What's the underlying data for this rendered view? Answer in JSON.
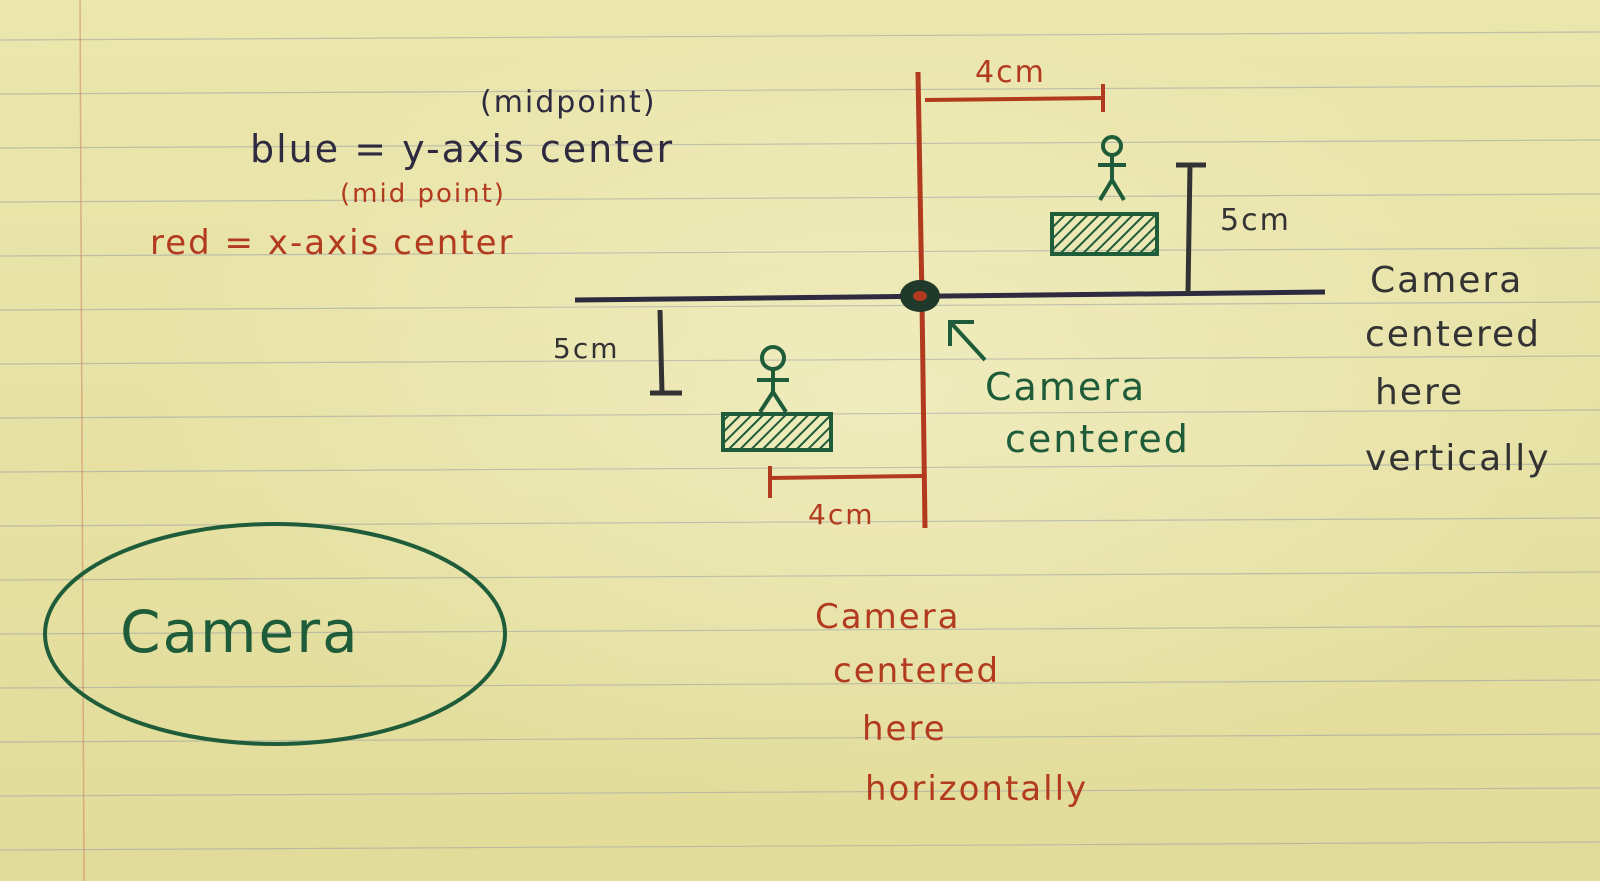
{
  "colors": {
    "paper": "#e6e1a1",
    "rule_line": "#9aa0a6",
    "margin_line": "#d08a6a",
    "blue_ink": "#2e2a40",
    "red_ink": "#b23a1e",
    "green_ink": "#1f5c3a",
    "dark_ink": "#333333"
  },
  "legend": {
    "blue_midpoint": "(midpoint)",
    "blue_line": "blue = y-axis center",
    "red_midpoint": "(mid point)",
    "red_line": "red = x-axis center"
  },
  "measurements": {
    "top_width": "4cm",
    "right_height": "5cm",
    "left_height": "5cm",
    "bottom_width": "4cm"
  },
  "labels": {
    "center_arrow": "Camera centered",
    "center_line1": "Camera",
    "center_line2": "centered",
    "vertical_line1": "Camera",
    "vertical_line2": "centered",
    "vertical_line3": "here",
    "vertical_line4": "vertically",
    "horizontal_line1": "Camera",
    "horizontal_line2": "centered",
    "horizontal_line3": "here",
    "horizontal_line4": "horizontally",
    "circled_title": "Camera"
  },
  "icons": {
    "subject_top_right": "stick-figure-on-box-icon",
    "subject_bottom_left": "stick-figure-on-box-icon",
    "center_dot": "camera-center-dot-icon",
    "pointer": "arrow-up-left-icon"
  }
}
